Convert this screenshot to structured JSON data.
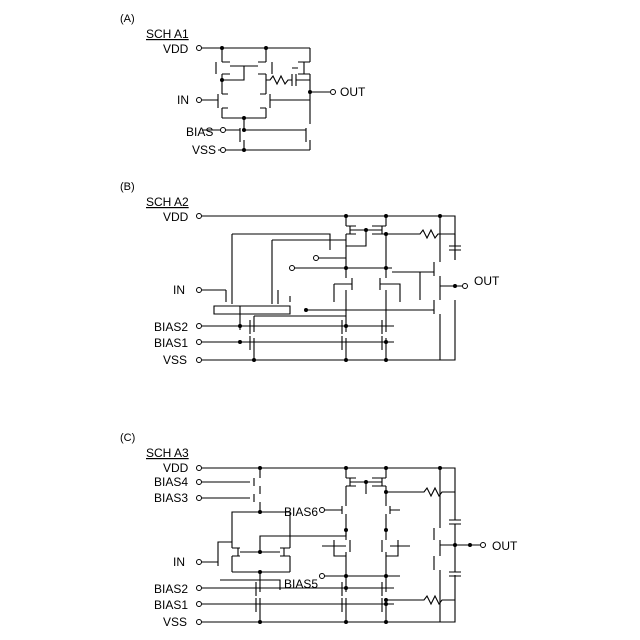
{
  "sections": [
    {
      "tag": "(A)",
      "title": "SCH A1",
      "pins": {
        "vdd": "VDD",
        "in": "IN",
        "bias": "BIAS",
        "vss": "VSS",
        "out": "OUT"
      }
    },
    {
      "tag": "(B)",
      "title": "SCH A2",
      "pins": {
        "vdd": "VDD",
        "in": "IN",
        "bias2": "BIAS2",
        "bias1": "BIAS1",
        "vss": "VSS",
        "out": "OUT"
      }
    },
    {
      "tag": "(C)",
      "title": "SCH A3",
      "pins": {
        "vdd": "VDD",
        "bias4": "BIAS4",
        "bias3": "BIAS3",
        "bias6": "BIAS6",
        "in": "IN",
        "bias5": "BIAS5",
        "bias2": "BIAS2",
        "bias1": "BIAS1",
        "vss": "VSS",
        "out": "OUT"
      }
    }
  ]
}
